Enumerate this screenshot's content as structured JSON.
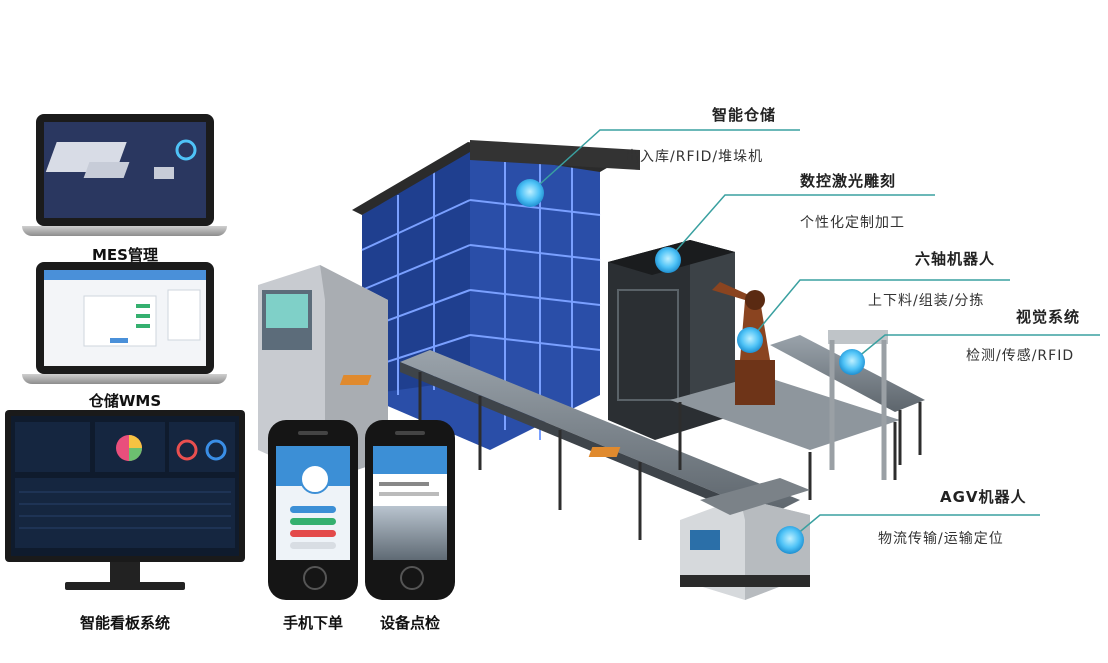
{
  "callouts": [
    {
      "title": "智能仓储",
      "subtitle": "出入库/RFID/堆垛机"
    },
    {
      "title": "数控激光雕刻",
      "subtitle": "个性化定制加工"
    },
    {
      "title": "六轴机器人",
      "subtitle": "上下料/组装/分拣"
    },
    {
      "title": "视觉系统",
      "subtitle": "检测/传感/RFID"
    },
    {
      "title": "AGV机器人",
      "subtitle": "物流传输/运输定位"
    }
  ],
  "devices": {
    "mes": "MES管理",
    "wms": "仓储WMS",
    "kanban": "智能看板系统",
    "phone_order": "手机下单",
    "phone_inspect": "设备点检"
  },
  "colors": {
    "accent_line": "#3aa0a0",
    "hotspot": "#4fc3f7",
    "rack_blue": "#2f55b8",
    "frame_dark": "#3a3a3a",
    "robot_brown": "#7a3b1a"
  }
}
